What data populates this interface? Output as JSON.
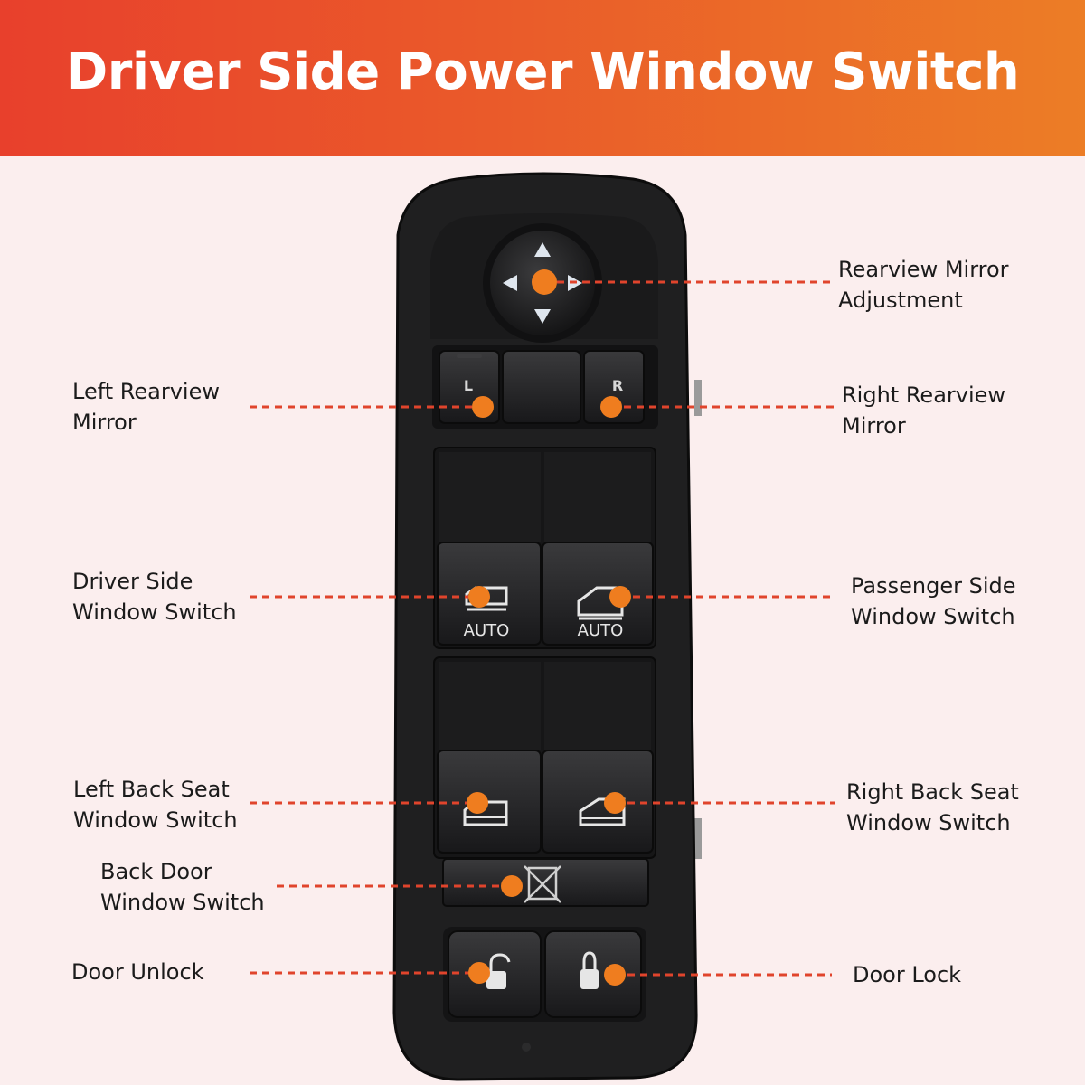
{
  "title": "Driver Side Power Window Switch",
  "colors": {
    "banner_left": "#e8402c",
    "banner_right": "#ec7d26",
    "background": "#fbeeee",
    "marker": "#ef7d1f",
    "leader": "#e0442c",
    "switch_body": "#1e1e1f"
  },
  "callouts": {
    "mirror_adjust": "Rearview Mirror\nAdjustment",
    "left_mirror": "Left Rearview\nMirror",
    "right_mirror": "Right Rearview\nMirror",
    "driver_window": "Driver Side\nWindow Switch",
    "passenger_window": "Passenger Side\nWindow Switch",
    "left_back_window": "Left Back Seat\nWindow Switch",
    "right_back_window": "Right Back Seat\nWindow Switch",
    "back_door_window": "Back Door\nWindow Switch",
    "door_unlock": "Door Unlock",
    "door_lock": "Door Lock"
  },
  "switch_labels": {
    "left": "L",
    "right": "R",
    "auto_driver": "AUTO",
    "auto_passenger": "AUTO"
  },
  "icons": [
    "arrow-up-icon",
    "arrow-down-icon",
    "arrow-left-icon",
    "arrow-right-icon",
    "window-icon",
    "window-lockout-icon",
    "unlock-icon",
    "lock-icon"
  ]
}
